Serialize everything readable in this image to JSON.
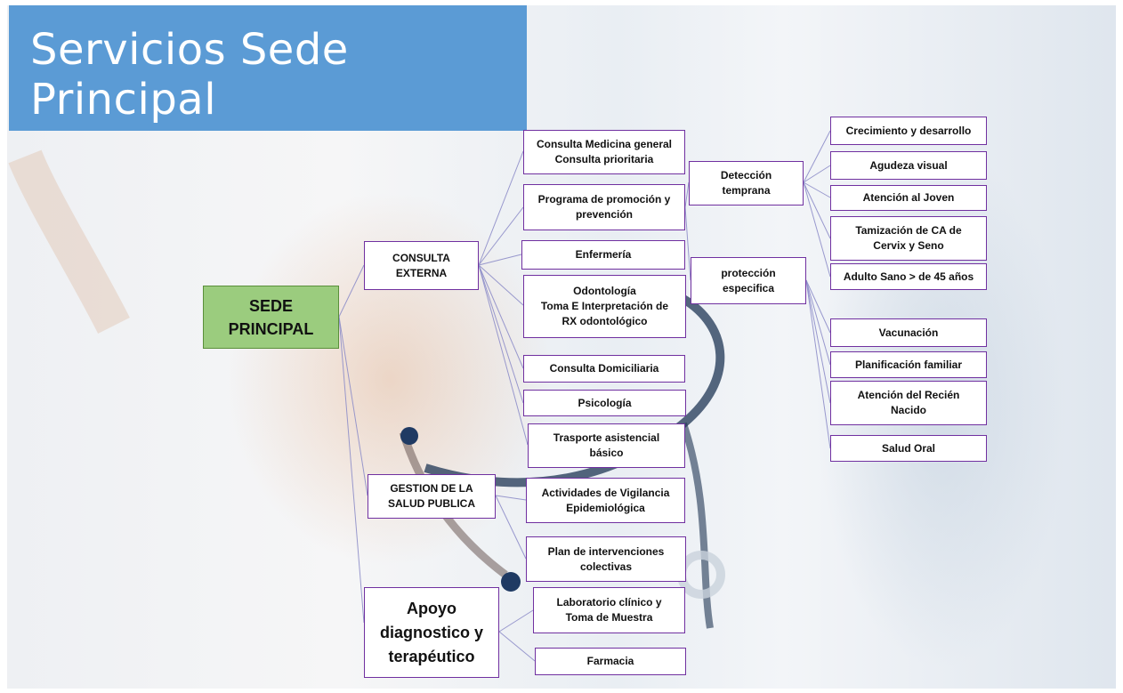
{
  "title": "Servicios Sede Principal",
  "colors": {
    "title_bg": "#5b9bd5",
    "root_bg": "#9bcc7e",
    "node_border": "#7030a0",
    "connector": "#8f8fc9"
  },
  "nodes": {
    "sede": "SEDE\nPRINCIPAL",
    "consulta_externa": "CONSULTA\nEXTERNA",
    "gestion": "GESTION DE LA\nSALUD PUBLICA",
    "apoyo": "Apoyo\ndiagnostico y\nterapéutico",
    "consulta_general": "Consulta Medicina general\nConsulta prioritaria",
    "promocion": "Programa de promoción y\nprevención",
    "enfermeria": "Enfermería",
    "odontologia": "Odontología\nToma  E Interpretación de\nRX odontológico",
    "domiciliaria": "Consulta Domiciliaria",
    "psicologia": "Psicología",
    "transporte": "Trasporte asistencial\nbásico",
    "vigilancia": "Actividades de Vigilancia\nEpidemiológica",
    "plan": "Plan de intervenciones\ncolectivas",
    "laboratorio": "Laboratorio clínico y\nToma de Muestra",
    "farmacia": "Farmacia",
    "deteccion": "Detección\ntemprana",
    "proteccion": "protección\nespecifica",
    "crecimiento": "Crecimiento y desarrollo",
    "agudeza": "Agudeza visual",
    "joven": "Atención al Joven",
    "tamizacion": "Tamización de CA de\nCervix y Seno",
    "adulto": "Adulto Sano > de 45 años",
    "vacunacion": "Vacunación",
    "planificacion": "Planificación familiar",
    "recien_nacido": "Atención del Recién\nNacido",
    "salud_oral": "Salud Oral"
  }
}
